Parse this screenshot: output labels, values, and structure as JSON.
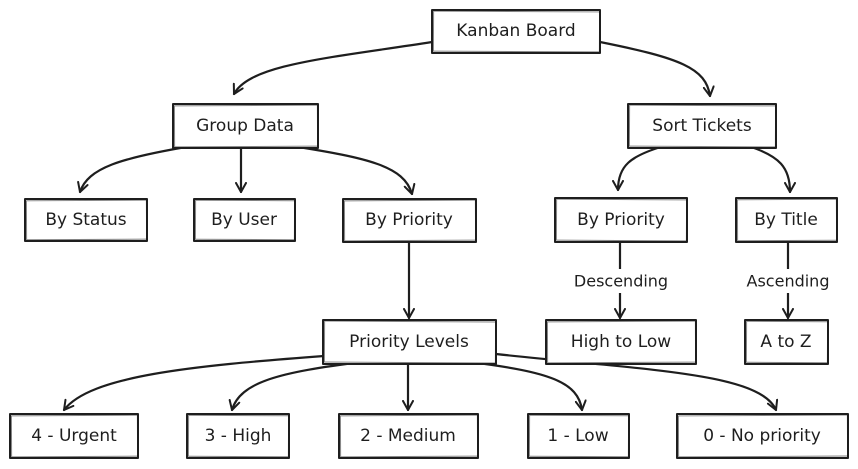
{
  "nodes": {
    "kanban_board": "Kanban Board",
    "group_data": "Group Data",
    "sort_tickets": "Sort Tickets",
    "by_status": "By Status",
    "by_user": "By User",
    "group_by_priority": "By Priority",
    "sort_by_priority": "By Priority",
    "by_title": "By Title",
    "priority_levels": "Priority Levels",
    "high_to_low": "High to Low",
    "a_to_z": "A to Z",
    "urgent": "4 - Urgent",
    "high": "3 - High",
    "medium": "2 - Medium",
    "low": "1 - Low",
    "no_priority": "0 - No priority"
  },
  "edge_labels": {
    "descending": "Descending",
    "ascending": "Ascending"
  },
  "colors": {
    "stroke": "#1e1e1e",
    "background": "#ffffff"
  }
}
